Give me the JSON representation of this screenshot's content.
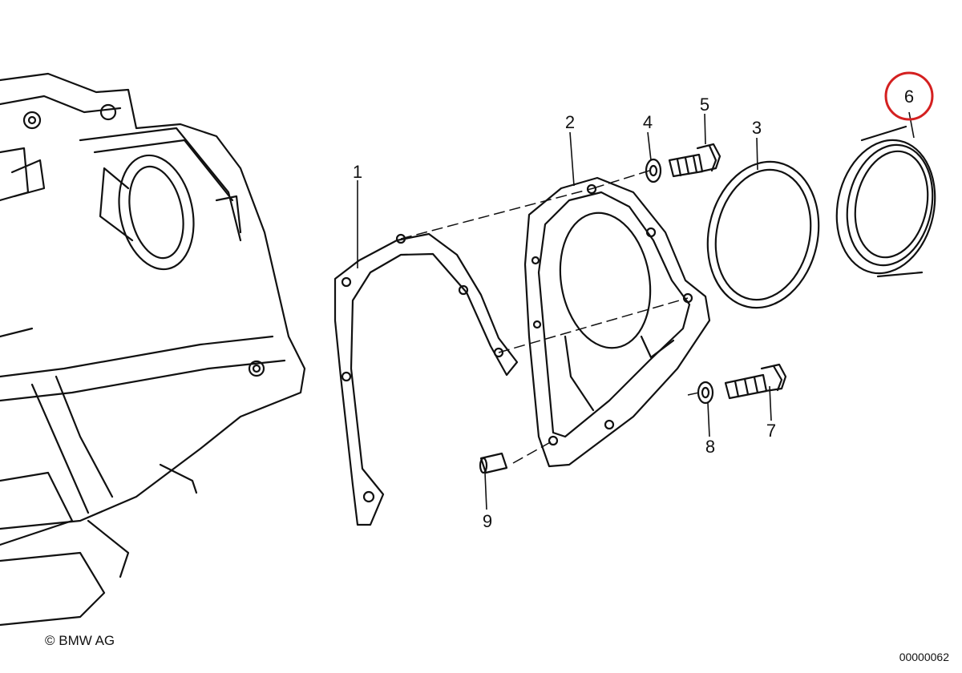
{
  "parts": [
    {
      "number": "1"
    },
    {
      "number": "2"
    },
    {
      "number": "3"
    },
    {
      "number": "4"
    },
    {
      "number": "5"
    },
    {
      "number": "6",
      "highlighted": true
    },
    {
      "number": "7"
    },
    {
      "number": "8"
    },
    {
      "number": "9"
    }
  ],
  "highlight_color": "#d42020",
  "line_color": "#111111",
  "footer": {
    "copyright": "© BMW AG",
    "diagram_id": "00000062"
  }
}
